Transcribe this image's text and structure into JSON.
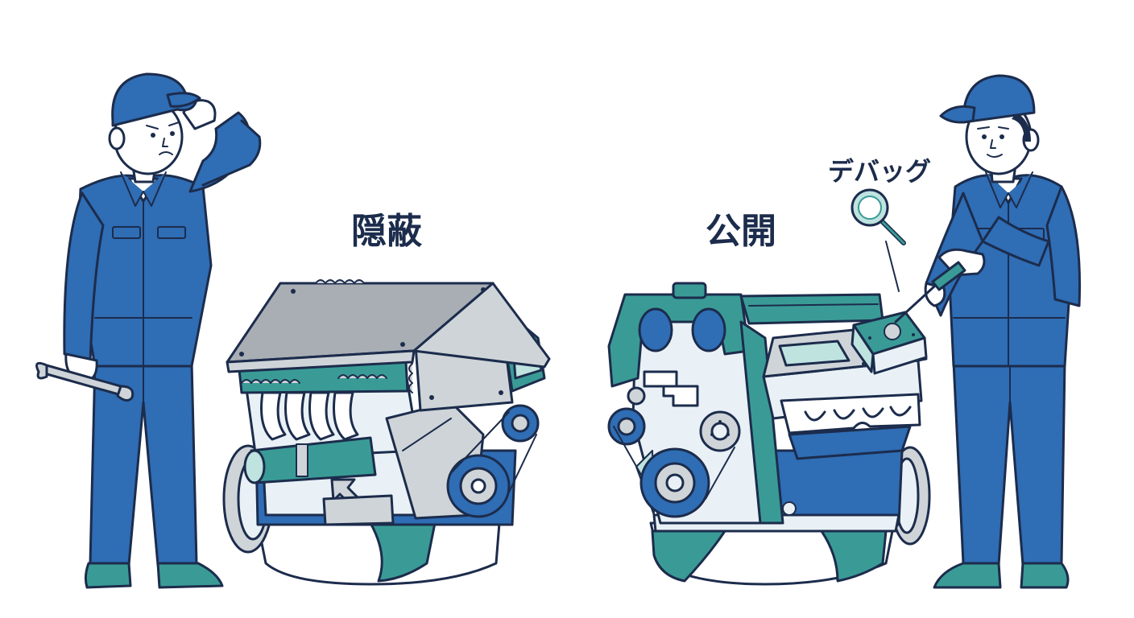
{
  "labels": {
    "hidden": "隠蔽",
    "exposed": "公開",
    "debug": "デバッグ"
  },
  "colors": {
    "outline": "#1c2c4c",
    "uniform_blue": "#2f6db5",
    "teal": "#3a9b96",
    "light_teal": "#bfe3df",
    "gray_plate": "#a8aeb4",
    "engine_light": "#e9f1f6",
    "shoe_teal": "#3a9b96",
    "skin": "#ffffff",
    "background": "#ffffff"
  },
  "icons": {
    "wrench": "wrench-icon",
    "magnifier": "magnifier-icon",
    "screwdriver": "screwdriver-icon"
  }
}
